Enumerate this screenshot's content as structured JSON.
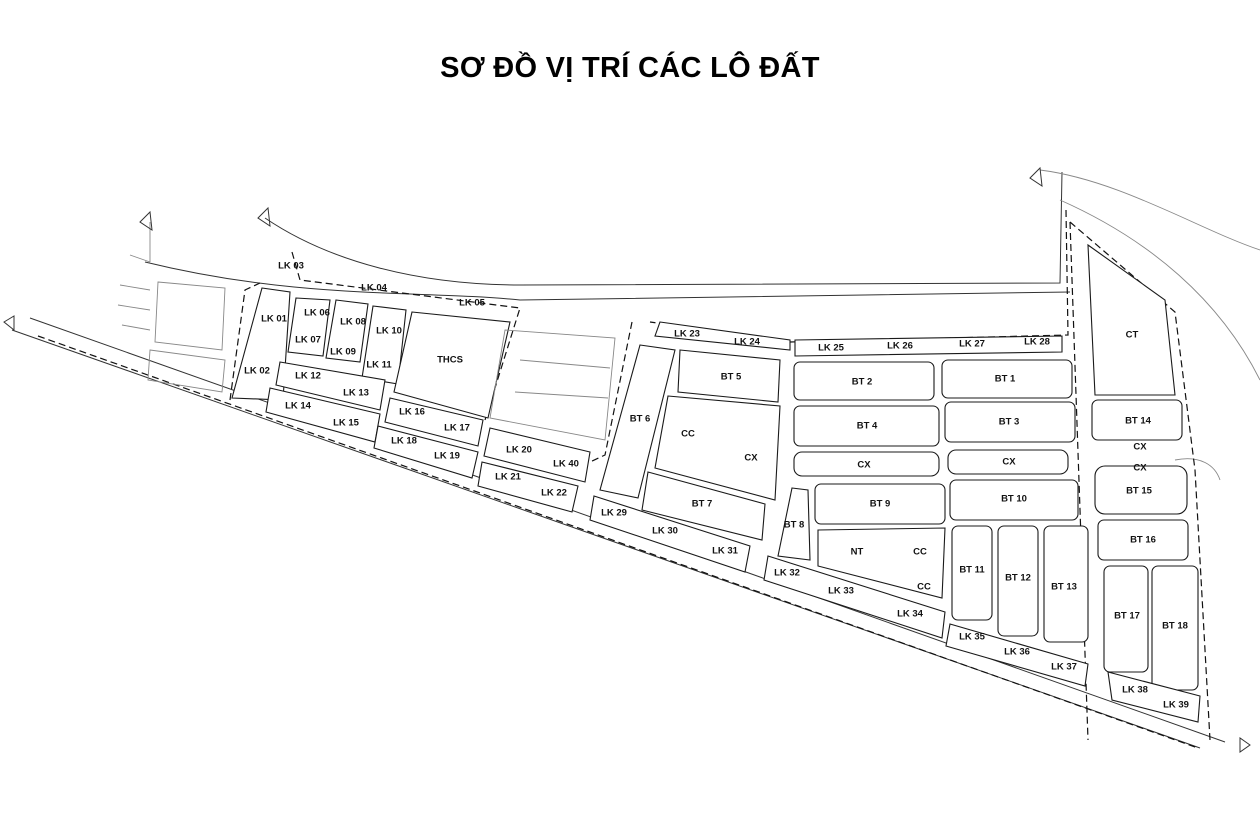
{
  "title": "SƠ ĐỒ VỊ TRÍ CÁC LÔ ĐẤT",
  "lots": {
    "lk01": "LK 01",
    "lk02": "LK 02",
    "lk03": "LK 03",
    "lk04": "LK 04",
    "lk05": "LK 05",
    "lk06": "LK 06",
    "lk07": "LK 07",
    "lk08": "LK 08",
    "lk09": "LK 09",
    "lk10": "LK 10",
    "lk11": "LK 11",
    "lk12": "LK 12",
    "lk13": "LK 13",
    "lk14": "LK 14",
    "lk15": "LK 15",
    "lk16": "LK 16",
    "lk17": "LK 17",
    "lk18": "LK 18",
    "lk19": "LK 19",
    "lk20": "LK 20",
    "lk21": "LK 21",
    "lk22": "LK 22",
    "lk23": "LK 23",
    "lk24": "LK 24",
    "lk25": "LK 25",
    "lk26": "LK 26",
    "lk27": "LK 27",
    "lk28": "LK 28",
    "lk29": "LK 29",
    "lk30": "LK 30",
    "lk31": "LK 31",
    "lk32": "LK 32",
    "lk33": "LK 33",
    "lk34": "LK 34",
    "lk35": "LK 35",
    "lk36": "LK 36",
    "lk37": "LK 37",
    "lk38": "LK 38",
    "lk39": "LK 39",
    "lk40": "LK 40",
    "thcs": "THCS",
    "bt1": "BT 1",
    "bt2": "BT 2",
    "bt3": "BT 3",
    "bt4": "BT 4",
    "bt5": "BT 5",
    "bt6": "BT 6",
    "bt7": "BT 7",
    "bt8": "BT 8",
    "bt9": "BT 9",
    "bt10": "BT 10",
    "bt11": "BT 11",
    "bt12": "BT 12",
    "bt13": "BT 13",
    "bt14": "BT 14",
    "bt15": "BT 15",
    "bt16": "BT 16",
    "bt17": "BT 17",
    "bt18": "BT 18",
    "cc": "CC",
    "cx": "CX",
    "nt": "NT",
    "ct": "CT"
  }
}
